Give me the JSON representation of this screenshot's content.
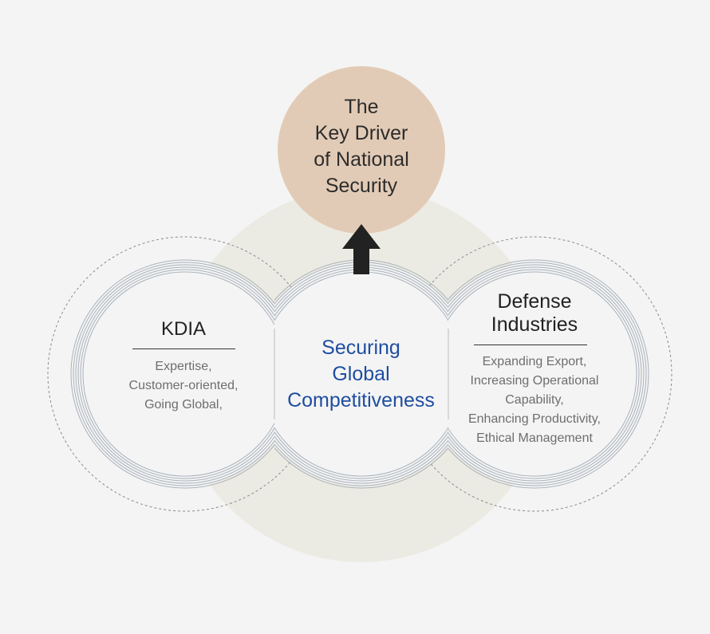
{
  "top_circle": {
    "lines": [
      "The",
      "Key Driver",
      "of National",
      "Security"
    ]
  },
  "left_circle": {
    "title": "KDIA",
    "items": [
      "Expertise,",
      "Customer-oriented,",
      "Going Global,"
    ]
  },
  "center_circle": {
    "lines": [
      "Securing",
      "Global",
      "Competitiveness"
    ]
  },
  "right_circle": {
    "title_lines": [
      "Defense",
      "Industries"
    ],
    "items": [
      "Expanding Export,",
      "Increasing Operational",
      "Capability,",
      "Enhancing Productivity,",
      "Ethical Management"
    ]
  },
  "colors": {
    "background": "#f4f4f4",
    "halo": "#ecebe3",
    "top_circle": "#e2cbb6",
    "arrow": "#222222",
    "center_text": "#1f4ea0",
    "ring_lines": "#a9b1bb",
    "dashed_outline": "#8a8a8a"
  }
}
